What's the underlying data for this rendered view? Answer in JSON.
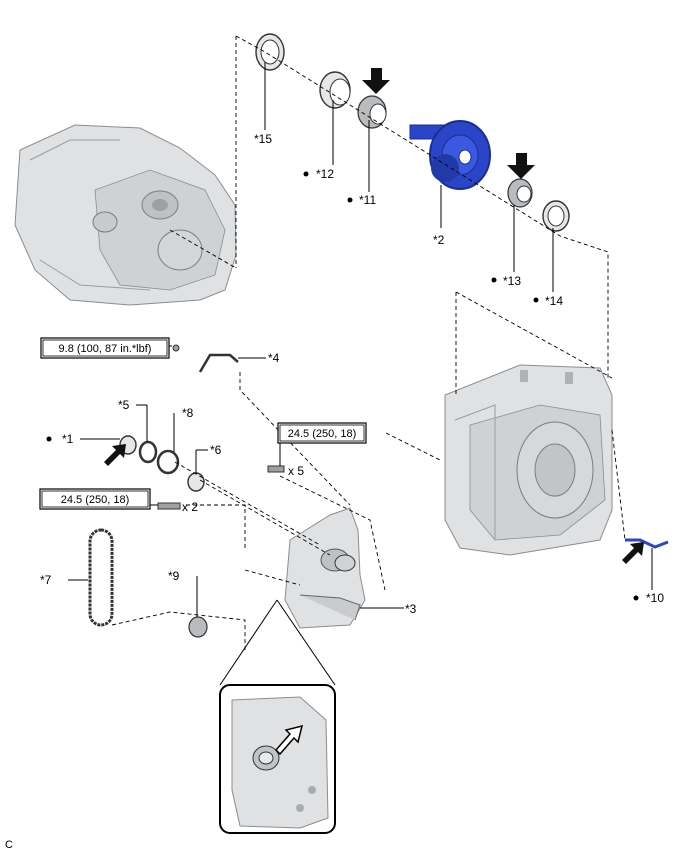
{
  "figure_code": "C",
  "torques": [
    {
      "id": "t1",
      "text": "9.8 (100, 87 in.*lbf)"
    },
    {
      "id": "t2",
      "text": "24.5 (250, 18)"
    },
    {
      "id": "t3",
      "text": "24.5 (250, 18)"
    }
  ],
  "quantities": {
    "bolts_upper": "x 5",
    "bolts_lower": "x 2"
  },
  "callouts": [
    {
      "id": "c1",
      "text": "*1",
      "bullet": true
    },
    {
      "id": "c2",
      "text": "*2",
      "bullet": false
    },
    {
      "id": "c3",
      "text": "*3",
      "bullet": false
    },
    {
      "id": "c4",
      "text": "*4",
      "bullet": false
    },
    {
      "id": "c5",
      "text": "*5",
      "bullet": false
    },
    {
      "id": "c6",
      "text": "*6",
      "bullet": false
    },
    {
      "id": "c7",
      "text": "*7",
      "bullet": false
    },
    {
      "id": "c8",
      "text": "*8",
      "bullet": false
    },
    {
      "id": "c9",
      "text": "*9",
      "bullet": false
    },
    {
      "id": "c10",
      "text": "*10",
      "bullet": true
    },
    {
      "id": "c11",
      "text": "*11",
      "bullet": true
    },
    {
      "id": "c12",
      "text": "*12",
      "bullet": true
    },
    {
      "id": "c13",
      "text": "*13",
      "bullet": true
    },
    {
      "id": "c14",
      "text": "*14",
      "bullet": true
    },
    {
      "id": "c15",
      "text": "*15",
      "bullet": false
    }
  ],
  "colors": {
    "highlight_part": "#2a45c8",
    "highlight_dark": "#1b2e8f",
    "case_fill": "#dfe1e3"
  }
}
